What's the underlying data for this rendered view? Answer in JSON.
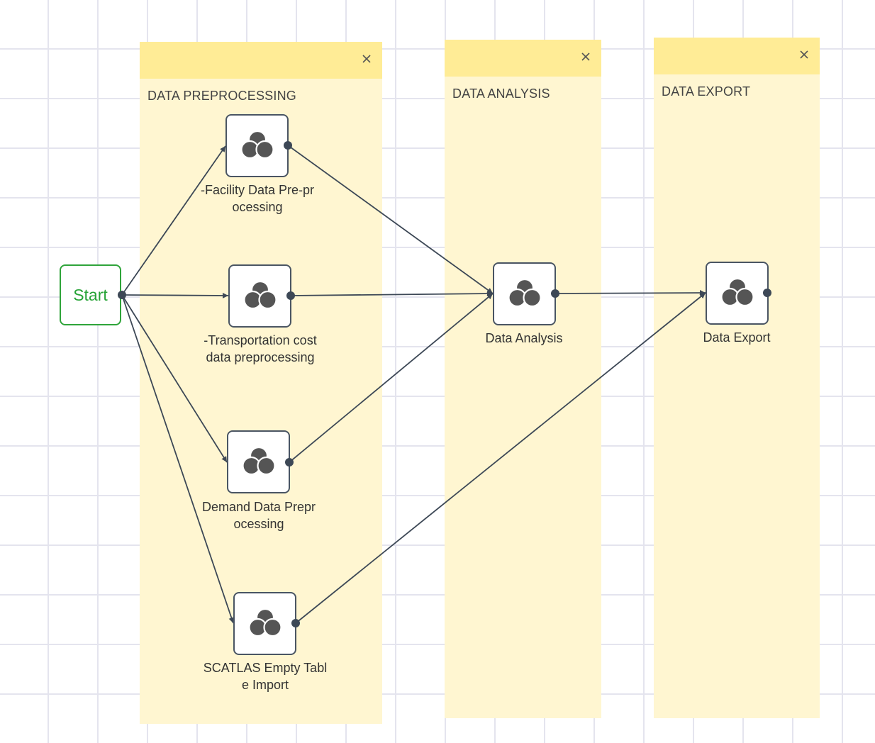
{
  "groups": [
    {
      "id": "preprocessing",
      "title": "DATA PREPROCESSING"
    },
    {
      "id": "analysis",
      "title": "DATA ANALYSIS"
    },
    {
      "id": "export",
      "title": "DATA EXPORT"
    }
  ],
  "start": {
    "label": "Start"
  },
  "nodes": [
    {
      "id": "facility",
      "label_lines": [
        "-Facility Data Pre-pr",
        "ocessing"
      ],
      "icon": "three-circles-icon"
    },
    {
      "id": "transport",
      "label_lines": [
        "-Transportation cost",
        "data preprocessing"
      ],
      "icon": "three-circles-icon"
    },
    {
      "id": "demand",
      "label_lines": [
        "Demand Data Prepr",
        "ocessing"
      ],
      "icon": "three-circles-icon"
    },
    {
      "id": "scatlas",
      "label_lines": [
        "SCATLAS Empty Tabl",
        "e Import"
      ],
      "icon": "three-circles-icon"
    },
    {
      "id": "analysis",
      "label_lines": [
        "Data Analysis"
      ],
      "icon": "three-circles-icon"
    },
    {
      "id": "export",
      "label_lines": [
        "Data Export"
      ],
      "icon": "three-circles-icon"
    }
  ],
  "edges": [
    {
      "from": "start",
      "to": "facility"
    },
    {
      "from": "start",
      "to": "transport"
    },
    {
      "from": "start",
      "to": "demand"
    },
    {
      "from": "start",
      "to": "scatlas"
    },
    {
      "from": "facility",
      "to": "analysis"
    },
    {
      "from": "transport",
      "to": "analysis"
    },
    {
      "from": "demand",
      "to": "analysis"
    },
    {
      "from": "analysis",
      "to": "export"
    },
    {
      "from": "scatlas",
      "to": "export"
    }
  ],
  "colors": {
    "group_body": "#fff6d1",
    "group_header": "#ffec96",
    "start_border": "#2fa43a",
    "start_text": "#26a336",
    "node_border": "#4a5563",
    "edge": "#3d4856"
  }
}
